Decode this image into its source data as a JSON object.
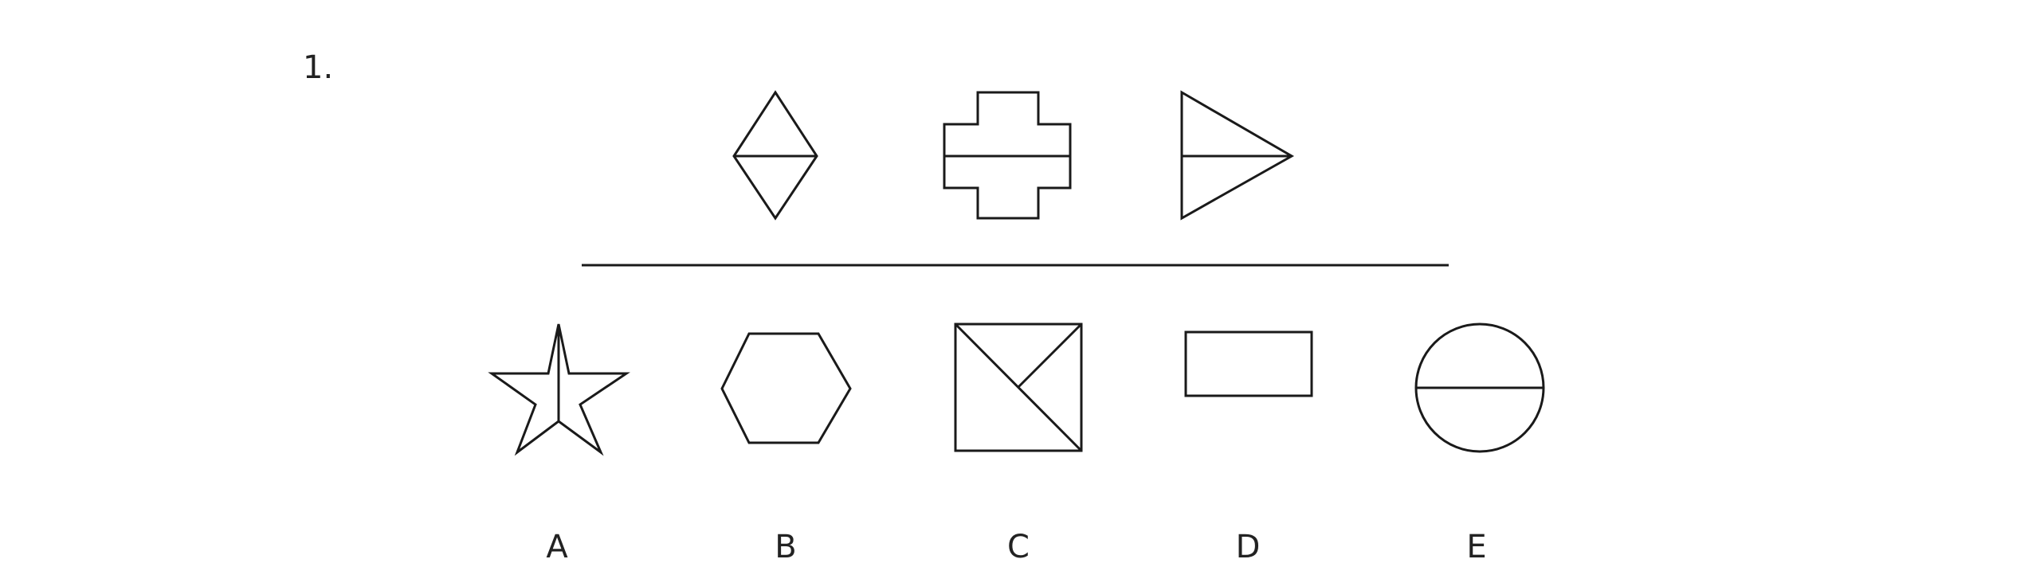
{
  "question": {
    "number": "1."
  },
  "example_figures": [
    {
      "icon": "split-diamond-icon"
    },
    {
      "icon": "split-cross-icon"
    },
    {
      "icon": "split-triangle-icon"
    }
  ],
  "options": [
    {
      "label": "A",
      "icon": "split-star-icon"
    },
    {
      "label": "B",
      "icon": "hexagon-icon"
    },
    {
      "label": "C",
      "icon": "diagonal-split-square-icon"
    },
    {
      "label": "D",
      "icon": "rectangle-icon"
    },
    {
      "label": "E",
      "icon": "split-circle-icon"
    }
  ],
  "colors": {
    "ink": "#1a1a1a",
    "background": "#ffffff"
  }
}
